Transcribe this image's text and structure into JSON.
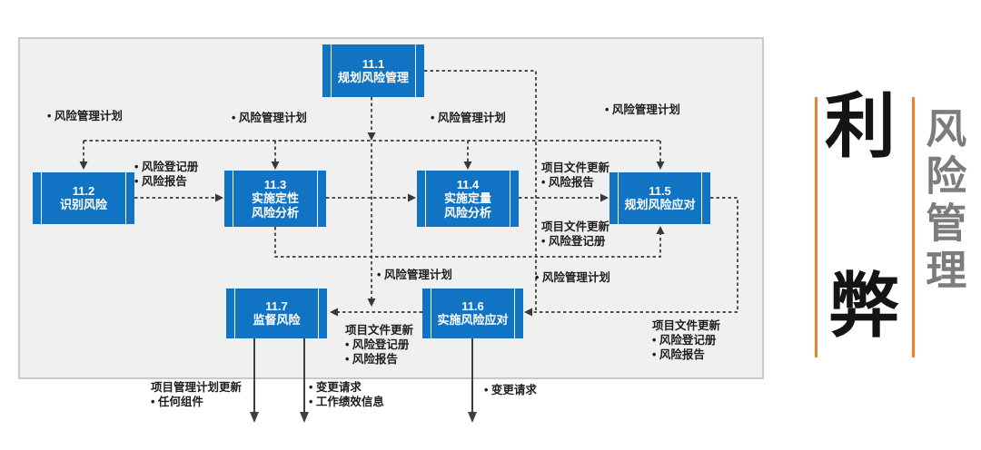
{
  "diagram": {
    "nodes": [
      {
        "id": "11.1",
        "name": "规划风险管理"
      },
      {
        "id": "11.2",
        "name": "识别风险"
      },
      {
        "id": "11.3",
        "name": "实施定性\n风险分析"
      },
      {
        "id": "11.4",
        "name": "实施定量\n风险分析"
      },
      {
        "id": "11.5",
        "name": "规划风险应对"
      },
      {
        "id": "11.6",
        "name": "实施风险应对"
      },
      {
        "id": "11.7",
        "name": "监督风险"
      }
    ],
    "labels": {
      "risk_plan_top_1": {
        "lines": [
          "• 风险管理计划"
        ]
      },
      "risk_plan_top_2": {
        "lines": [
          "• 风险管理计划"
        ]
      },
      "risk_plan_top_3": {
        "lines": [
          "• 风险管理计划"
        ]
      },
      "risk_plan_top_4": {
        "lines": [
          "• 风险管理计划"
        ]
      },
      "identify_outputs": {
        "lines": [
          "• 风险登记册",
          "• 风险报告"
        ]
      },
      "docs_update_risk_report": {
        "lines": [
          "项目文件更新",
          "• 风险报告"
        ]
      },
      "docs_update_risk_register": {
        "lines": [
          "项目文件更新",
          "• 风险登记册"
        ]
      },
      "risk_plan_mid_1": {
        "lines": [
          "• 风险管理计划"
        ]
      },
      "risk_plan_mid_2": {
        "lines": [
          "• 风险管理计划"
        ]
      },
      "docs_updates_to_monitor": {
        "lines": [
          "项目文件更新",
          "• 风险登记册",
          "• 风险报告"
        ]
      },
      "docs_updates_to_implement": {
        "lines": [
          "项目文件更新",
          "• 风险登记册",
          "• 风险报告"
        ]
      },
      "pm_plan_updates": {
        "lines": [
          "项目管理计划更新",
          "• 任何组件"
        ]
      },
      "change_requests_perf": {
        "lines": [
          "• 变更请求",
          "• 工作绩效信息"
        ]
      },
      "change_requests": {
        "lines": [
          "• 变更请求"
        ]
      }
    }
  },
  "sidebar": {
    "pro_char": "利",
    "con_char": "弊",
    "vertical_title": "风险管理"
  },
  "colors": {
    "process_box_blue": "#1173c4",
    "accent_orange": "#f0812b",
    "flow_line_dark": "#383838",
    "panel_background": "#f0f0f0",
    "panel_border": "#c9c9c9",
    "vertical_title_gray": "#7c7c7c",
    "headline_black": "#141414"
  }
}
